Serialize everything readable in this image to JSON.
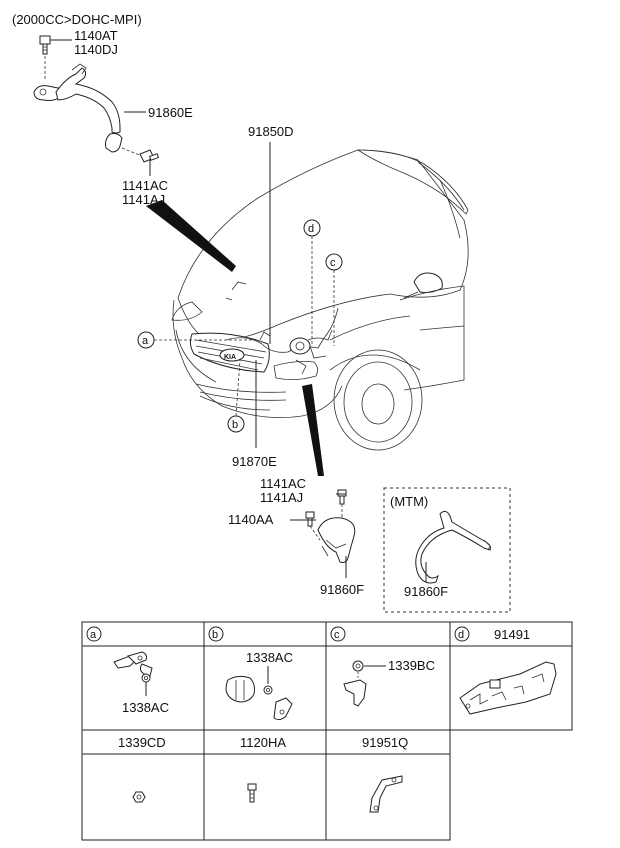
{
  "header_note": "(2000CC>DOHC-MPI)",
  "callouts": {
    "c_1140AT": "1140AT",
    "c_1140DJ": "1140DJ",
    "c_91860E": "91860E",
    "c_1141AC_top": "1141AC",
    "c_1141AJ_top": "1141AJ",
    "c_91850D": "91850D",
    "c_91870E": "91870E",
    "c_1141AC_bot": "1141AC",
    "c_1141AJ_bot": "1141AJ",
    "c_1140AA": "1140AA",
    "c_91860F": "91860F",
    "c_mtm_91860F": "91860F"
  },
  "markers": {
    "a": "a",
    "b": "b",
    "c": "c",
    "d": "d"
  },
  "mtm_box": {
    "label": "(MTM)"
  },
  "parts_table": {
    "row1": [
      {
        "marker": "a",
        "part_label": "",
        "callout": "1338AC"
      },
      {
        "marker": "b",
        "part_label": "",
        "callout": "1338AC"
      },
      {
        "marker": "c",
        "part_label": "",
        "callout": "1339BC"
      },
      {
        "marker": "d",
        "part_label": "91491",
        "callout": ""
      }
    ],
    "row2": [
      {
        "part_label": "1339CD"
      },
      {
        "part_label": "1120HA"
      },
      {
        "part_label": "91951Q"
      }
    ]
  }
}
